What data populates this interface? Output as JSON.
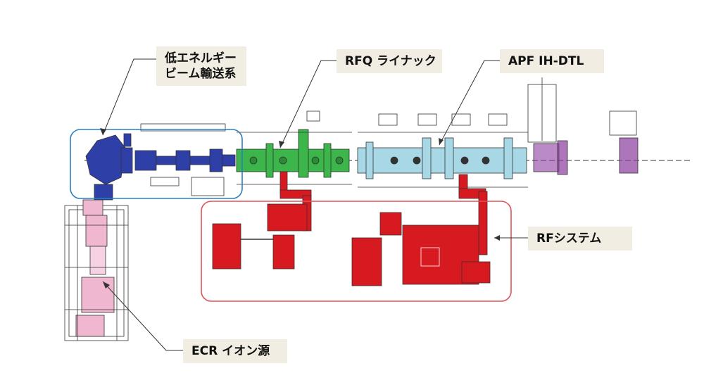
{
  "labels": {
    "lebt_line1": "低エネルギー",
    "lebt_line2": "ビーム輸送系",
    "rfq": "RFQ ライナック",
    "apf": "APF IH-DTL",
    "rf_system": "RFシステム",
    "ecr": "ECR イオン源"
  },
  "colors": {
    "lebt": "#2f3fa8",
    "rfq": "#3cb54a",
    "apf": "#a8d8e6",
    "rf_system": "#d71920",
    "ecr": "#f0b8d0",
    "exit": "#8a3c9e",
    "group_box_lebt": "#2a7fc0",
    "group_box_rf": "#e0505a",
    "outline": "#333333",
    "label_bg": "#f1ede2"
  }
}
